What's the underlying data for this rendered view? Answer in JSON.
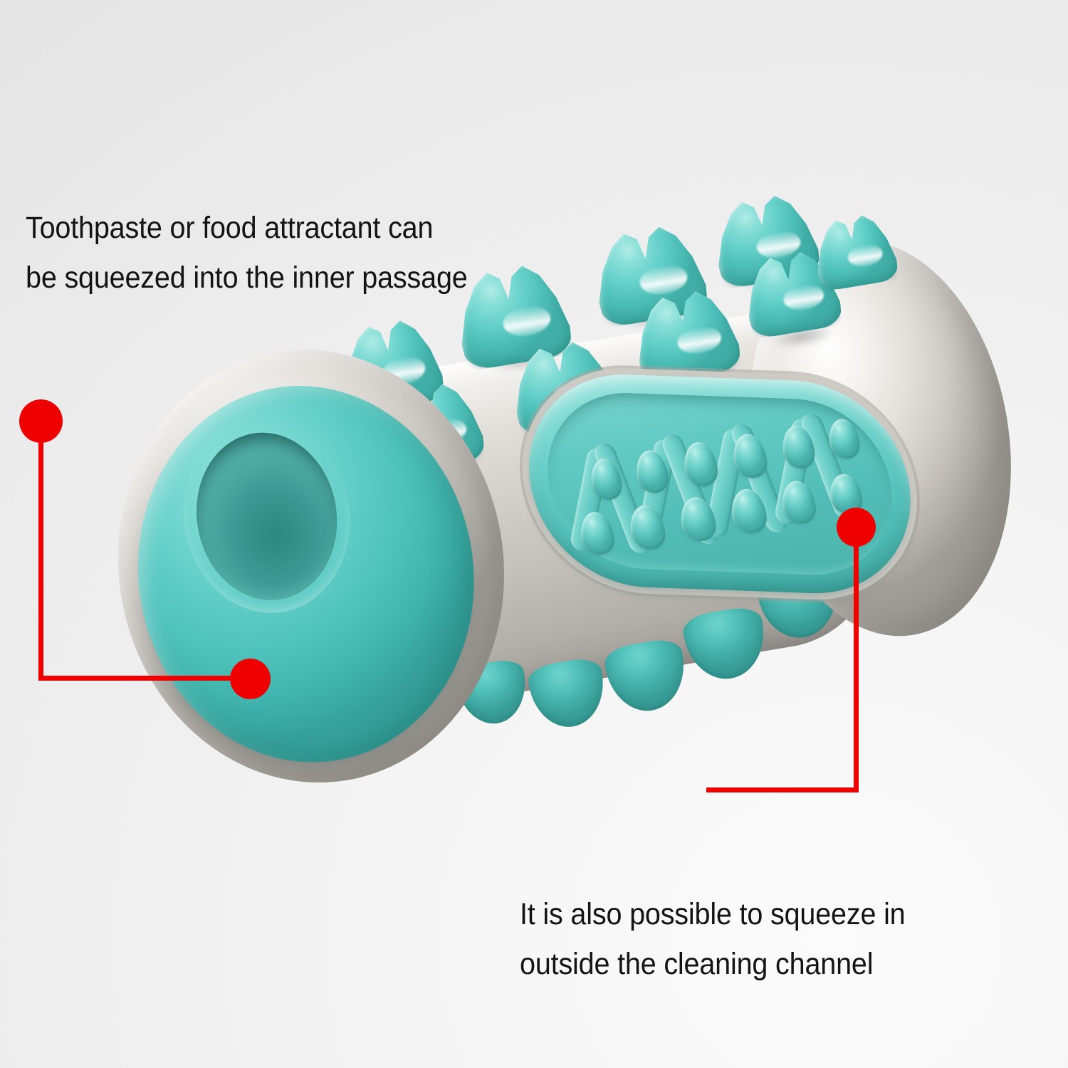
{
  "page": {
    "kind": "product-feature-annotation",
    "background_color": "#eeeeee"
  },
  "colors": {
    "callout_red": "#ee0000",
    "body_gray": "#d0ccc8",
    "accent_teal": "#5fcfc8",
    "teal_dark": "#3e9a94",
    "text": "#141414"
  },
  "callouts": [
    {
      "id": "inner-passage",
      "text": "Toothpaste or food attractant can\nbe squeezed into the inner passage",
      "marker_label": "red-dot-marker",
      "target": "end-cap-center-hole"
    },
    {
      "id": "cleaning-channel",
      "text": "It is also possible to squeeze in\noutside the cleaning channel",
      "marker_label": "red-dot-marker",
      "target": "side-cleaning-channel"
    }
  ],
  "product": {
    "name": "dog-dental-chew-toy",
    "parts": [
      {
        "id": "barrel",
        "label": "gray-barrel-shaft"
      },
      {
        "id": "bulb-left",
        "label": "left-end-lobe"
      },
      {
        "id": "bulb-right",
        "label": "right-end-lobe"
      },
      {
        "id": "cap-teal",
        "label": "teal-end-cap"
      },
      {
        "id": "cap-hole",
        "label": "inner-passage-opening"
      },
      {
        "id": "channel",
        "label": "teal-cleaning-channel"
      },
      {
        "id": "nubs",
        "label": "teal-chewing-nubs"
      }
    ]
  }
}
